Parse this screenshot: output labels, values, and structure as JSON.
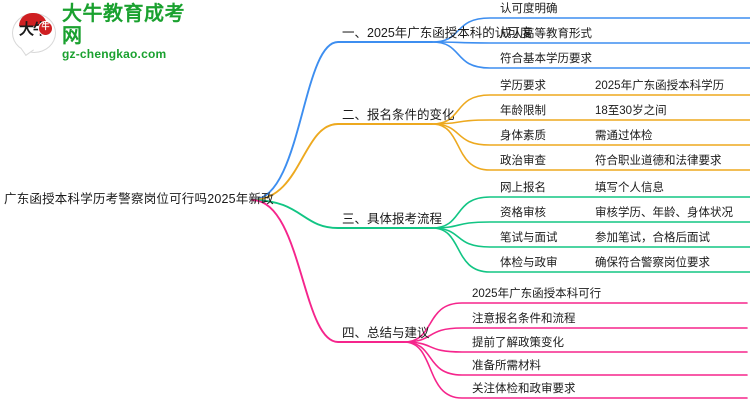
{
  "logo": {
    "mark_text": "大牛",
    "badge_text": "牛",
    "title": "大牛教育成考网",
    "domain": "gz-chengkao.com",
    "color": "#1aa12f",
    "accent": "#cf1f22"
  },
  "mindmap": {
    "root": "广东函授本科学历考警察岗位可行吗2025年新政",
    "branches": [
      {
        "label": "一、2025年广东函授本科的认可度",
        "color": "#3d8ef0",
        "items": [
          {
            "label": "认可度明确",
            "value": ""
          },
          {
            "label": "成人高等教育形式",
            "value": ""
          },
          {
            "label": "符合基本学历要求",
            "value": ""
          }
        ]
      },
      {
        "label": "二、报名条件的变化",
        "color": "#eda91f",
        "items": [
          {
            "label": "学历要求",
            "value": "2025年广东函授本科学历"
          },
          {
            "label": "年龄限制",
            "value": "18至30岁之间"
          },
          {
            "label": "身体素质",
            "value": "需通过体检"
          },
          {
            "label": "政治审查",
            "value": "符合职业道德和法律要求"
          }
        ]
      },
      {
        "label": "三、具体报考流程",
        "color": "#12c584",
        "items": [
          {
            "label": "网上报名",
            "value": "填写个人信息"
          },
          {
            "label": "资格审核",
            "value": "审核学历、年龄、身体状况"
          },
          {
            "label": "笔试与面试",
            "value": "参加笔试，合格后面试"
          },
          {
            "label": "体检与政审",
            "value": "确保符合警察岗位要求"
          }
        ]
      },
      {
        "label": "四、总结与建议",
        "color": "#f5258c",
        "items": [
          {
            "label": "2025年广东函授本科可行",
            "value": ""
          },
          {
            "label": "注意报名条件和流程",
            "value": ""
          },
          {
            "label": "提前了解政策变化",
            "value": ""
          },
          {
            "label": "准备所需材料",
            "value": ""
          },
          {
            "label": "关注体检和政审要求",
            "value": ""
          }
        ]
      }
    ]
  }
}
